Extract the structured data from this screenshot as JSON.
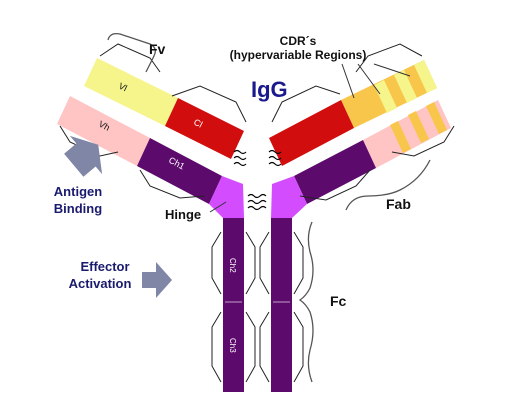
{
  "title": "IgG",
  "regions": {
    "vl": "Vl",
    "vh": "Vh",
    "cl": "Cl",
    "ch1": "Ch1",
    "ch2": "Ch2",
    "ch3": "Ch3"
  },
  "labels": {
    "fv": "Fv",
    "cdr_line1": "CDR´s",
    "cdr_line2": "(hypervariable Regions)",
    "antigen_line1": "Antigen",
    "antigen_line2": "Binding",
    "hinge": "Hinge",
    "fab": "Fab",
    "effector_line1": "Effector",
    "effector_line2": "Activation",
    "fc": "Fc"
  },
  "colors": {
    "title": "#1a1a8c",
    "label_blue": "#1a1a6e",
    "light_chain_variable": "#f5f58c",
    "light_chain_constant": "#d10d0d",
    "heavy_chain_variable": "#ffc4c4",
    "heavy_chain_constant": "#5c0a6b",
    "hinge": "#d34dff",
    "cdr": "#f7c64a",
    "arrow": "#7f86a6",
    "disulfide": "#000000"
  },
  "icons": {
    "antigen_arrow": "arrow-right-icon",
    "effector_arrow": "arrow-right-icon"
  }
}
